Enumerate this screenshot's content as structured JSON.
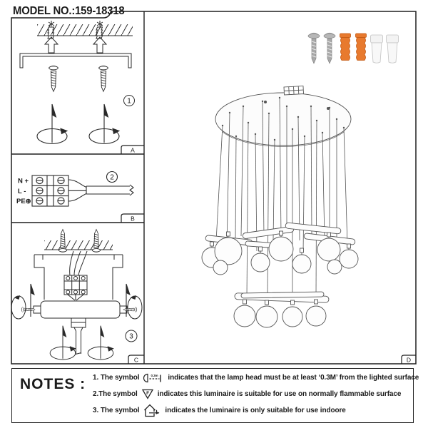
{
  "header": {
    "model_label": "MODEL NO.:159-18318"
  },
  "tabs": {
    "a": "A",
    "b": "B",
    "c": "C",
    "d": "D"
  },
  "steps": {
    "s1": "1",
    "s2": "2",
    "s3": "3"
  },
  "wiring": {
    "neutral": "N +",
    "live": "L -",
    "earth": "PE⊕"
  },
  "hardware": {
    "screw_color": "#b7b7b7",
    "anchor_color": "#e87a2e",
    "connector_color": "#f3f3f3"
  },
  "notes": {
    "title": "NOTES :",
    "items": [
      {
        "prefix": "1. The symbol",
        "symbol_label": "0.3m",
        "text": "indicates that the lamp head must be at least ‘0.3M’ from the lighted surface"
      },
      {
        "prefix": "2.The symbol",
        "symbol_label": "F",
        "text": "indicates this luminaire is suitable for use on normally flammable surface"
      },
      {
        "prefix": "3. The symbol",
        "text": "indicates the luminaire is only suitable for use indoore"
      }
    ]
  }
}
